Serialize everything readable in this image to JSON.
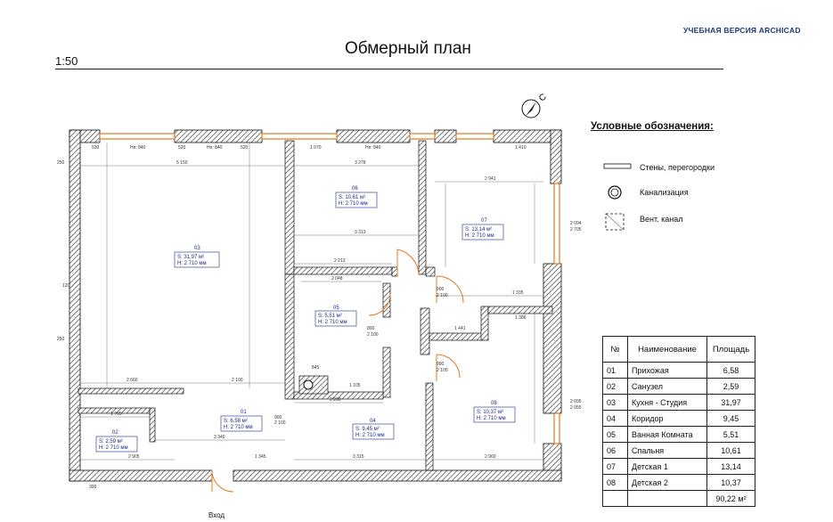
{
  "watermark": "УЧЕБНАЯ ВЕРСИЯ ARCHICAD",
  "title": "Обмерный план",
  "scale": "1:50",
  "north_label": "С",
  "entry_label": "Вход",
  "legend": {
    "title": "Условные обозначения:",
    "items": [
      {
        "label": "Стены, перегородки",
        "icon": "wall-symbol-icon"
      },
      {
        "label": "Канализация",
        "icon": "sewer-symbol-icon"
      },
      {
        "label": "Вент. канал",
        "icon": "vent-duct-symbol-icon"
      }
    ]
  },
  "rooms": [
    {
      "num": "03",
      "s": "S:  31,97 м²",
      "h": "H: 2 710 мм"
    },
    {
      "num": "06",
      "s": "S:  10,61 м²",
      "h": "H: 2 710 мм"
    },
    {
      "num": "07",
      "s": "S:  13,14 м²",
      "h": "H: 2 710 мм"
    },
    {
      "num": "05",
      "s": "S:   5,51 м²",
      "h": "H: 2 710 мм"
    },
    {
      "num": "01",
      "s": "S:   6,58 м²",
      "h": "H: 2 710 мм"
    },
    {
      "num": "04",
      "s": "S:   9,45 м²",
      "h": "H: 2 710 мм"
    },
    {
      "num": "08",
      "s": "S:  10,37 м²",
      "h": "H: 2 710 мм"
    },
    {
      "num": "02",
      "s": "S:   2,59 м²",
      "h": "H: 2 710 мм"
    }
  ],
  "dimensions": {
    "top_530": "530",
    "top_520a": "520",
    "top_520b": "520",
    "top_1070": "1 070",
    "top_1410": "1 410",
    "hn1": "Нп: 840",
    "hn2": "Нп: 840",
    "hn3": "Нп: 840",
    "w5150": "5 150",
    "w3278": "3 278",
    "w2941": "2 941",
    "w3313": "3 313",
    "w2213": "2 213",
    "w2048": "2 048",
    "w1335": "1 335",
    "w1386": "1 386",
    "w1441": "1 441",
    "w2660": "2 660",
    "w2100": "2 100",
    "w2200": "2 200",
    "w1795": "1 795",
    "w3340": "3 340",
    "w2905": "2 905",
    "w1345": "1 345",
    "w3315": "3 315",
    "w2960": "2 960",
    "w1105": "1 105",
    "w845": "845",
    "w900a": "900",
    "w900b": "900",
    "w900c": "900",
    "w800": "800",
    "d2100a": "2 100",
    "d2100b": "2 100",
    "d2100c": "2 100",
    "d2100d": "2 100",
    "d2094": "2 094",
    "d2705": "2 705",
    "d2095": "2 095",
    "d2055": "2 055",
    "h250a": "250",
    "h250b": "250",
    "h120": "120",
    "h300": "300"
  },
  "table": {
    "headers": [
      "№",
      "Наименование",
      "Площадь"
    ],
    "rows": [
      [
        "01",
        "Прихожая",
        "6,58"
      ],
      [
        "02",
        "Санузел",
        "2,59"
      ],
      [
        "03",
        "Кухня - Студия",
        "31,97"
      ],
      [
        "04",
        "Коридор",
        "9,45"
      ],
      [
        "05",
        "Ванная Комната",
        "5,51"
      ],
      [
        "06",
        "Спальня",
        "10,61"
      ],
      [
        "07",
        "Детская 1",
        "13,14"
      ],
      [
        "08",
        "Детская 2",
        "10,37"
      ]
    ],
    "total": "90,22 м²"
  },
  "colors": {
    "window_frame": "#e07820",
    "room_label": "#1a2a8a",
    "watermark": "#1d3a7a"
  }
}
